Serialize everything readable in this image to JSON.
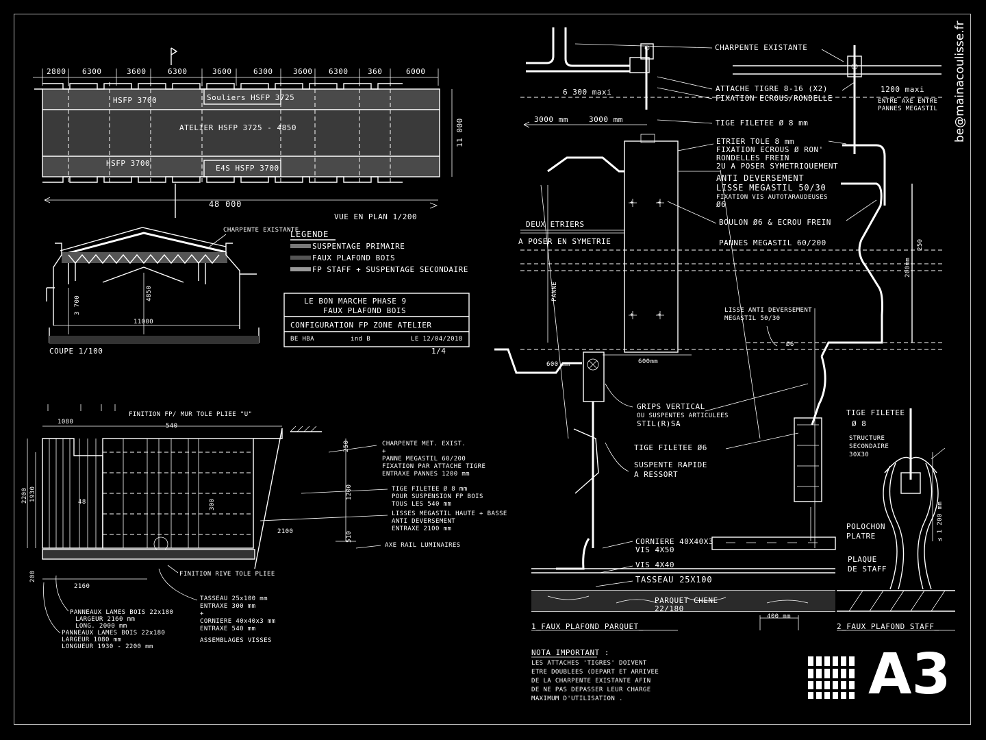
{
  "email": "be@mainacoulisse.fr",
  "format": "A3",
  "plan": {
    "dims": [
      "2800",
      "6300",
      "3600",
      "6300",
      "3600",
      "6300",
      "3600",
      "6300",
      "360",
      "6000"
    ],
    "zone_top": "HSFP 3700",
    "zone_souliers": "Souliers HSFP 3725",
    "zone_atelier": "ATELIER HSFP 3725 - 4850",
    "zone_bottom": "HSFP 3700",
    "zone_e4s": "E4S HSFP 3700",
    "height_dim": "11 000",
    "length_dim": "48 000",
    "title": "VUE EN PLAN 1/200"
  },
  "coupe": {
    "charpente": "CHARPENTE EXISTANTE",
    "h1": "3 700",
    "h2": "4850",
    "width": "11000",
    "title": "COUPE 1/100"
  },
  "legend": {
    "title": "LEGENDE",
    "items": [
      "SUSPENTAGE PRIMAIRE",
      "FAUX PLAFOND BOIS",
      "FP STAFF + SUSPENTAGE SECONDAIRE"
    ]
  },
  "cartouche": {
    "line1": "LE BON MARCHE PHASE 9",
    "line2": "FAUX PLAFOND BOIS",
    "line3": "CONFIGURATION FP ZONE ATELIER",
    "author": "BE HBA",
    "index": "ind B",
    "date": "LE 12/04/2018",
    "sheet": "1/4"
  },
  "detail_plan": {
    "d1080": "1080",
    "d540": "540",
    "d2200": "2200",
    "d1930": "1930",
    "d48": "48",
    "d300": "300",
    "d1200": "1200",
    "d2100": "2100",
    "d510": "510",
    "d2160": "2160",
    "d200": "200",
    "d250": "250",
    "finition_mur": "FINITION FP/ MUR TOLE PLIEE \"U\"",
    "finition_rive": "FINITION RIVE TOLE PLIEE",
    "notes": [
      "CHARPENTE MET. EXIST.",
      "+",
      "PANNE MEGASTIL 60/200",
      "FIXATION PAR ATTACHE TIGRE",
      "ENTRAXE PANNES 1200 mm",
      "TIGE FILETEE Ø 8 mm",
      "POUR SUSPENSION FP BOIS",
      "TOUS LES 540 mm",
      "LISSES MEGASTIL HAUTE + BASSE",
      "ANTI DEVERSEMENT",
      "ENTRAXE 2100 mm",
      "AXE RAIL LUMINAIRES"
    ],
    "panel1": [
      "PANNEAUX LAMES BOIS 22x180",
      "LARGEUR 2160 mm",
      "LONG. 2000 mm"
    ],
    "panel2": [
      "PANNEAUX LAMES BOIS 22x180",
      "LARGEUR 1080 mm",
      "LONGUEUR 1930 - 2200 mm"
    ],
    "tasseau": [
      "TASSEAU 25x100 mm",
      "ENTRAXE 300 mm",
      "+",
      "CORNIERE 40x40x3 mm",
      "ENTRAXE 540 mm",
      "ASSEMBLAGES VISSES"
    ]
  },
  "detail": {
    "charpente": "CHARPENTE EXISTANTE",
    "attache": "ATTACHE TIGRE 8-16 (X2)",
    "fixation_ecrous": "FIXATION ECROUS/RONDELLE",
    "tige8": "TIGE FILETEE Ø 8 mm",
    "d6300": "6 300 maxi",
    "d1200": "1200 maxi",
    "entraxe": [
      "ENTRE AXE ENTRE",
      "PANNES MEGASTIL"
    ],
    "d3000a": "3000 mm",
    "d3000b": "3000 mm",
    "etrier": [
      "ETRIER TOLE 8 mm",
      "FIXATION ECROUS Ø RON'",
      "RONDELLES FREIN",
      "2U A POSER SYMETRIQUEMENT"
    ],
    "anti": [
      "ANTI DEVERSEMENT",
      "LISSE MEGASTIL 50/30",
      "FIXATION VIS AUTOTARAUDEUSES",
      "Ø6"
    ],
    "boulon": "BOULON Ø6 & ECROU FREIN",
    "pannes": "PANNES MEGASTIL 60/200",
    "deux_etriers": [
      "DEUX ETRIERS",
      "A POSER EN SYMETRIE"
    ],
    "d250": "250",
    "d200": "200mm",
    "lisse_anti": [
      "LISSE ANTI DEVERSEMENT",
      "MEGASTIL 50/30"
    ],
    "phi6": "Ø6",
    "d600a": "600 mm",
    "d600b": "600mm",
    "grips": [
      "GRIPS VERTICAL",
      "OU SUSPENTES ARTICULEES",
      "STIL(R)SA"
    ],
    "tige6": "TIGE FILETEE Ø6",
    "suspente": [
      "SUSPENTE RAPIDE",
      "A RESSORT"
    ],
    "tige_staff": [
      "TIGE FILETEE",
      "Ø 8"
    ],
    "structure": [
      "STRUCTURE",
      "SECONDAIRE",
      "30X30"
    ],
    "polochon": [
      "POLOCHON",
      "PLATRE"
    ],
    "plaque": [
      "PLAQUE",
      "DE STAFF"
    ],
    "d1200mm": "≤ 1 200 mm",
    "corniere": "CORNIERE 40X40X3",
    "vis50": "VIS 4X50",
    "vis40": "VIS 4X40",
    "tasseau": "TASSEAU 25X100",
    "parquet": [
      "PARQUET CHENE",
      "22/180"
    ],
    "d400": "400 mm",
    "label1": "1_FAUX PLAFOND PARQUET_",
    "label2": "2_FAUX PLAFOND STAFF_"
  },
  "nota": {
    "title": "NOTA IMPORTANT :",
    "lines": [
      "LES ATTACHES 'TIGRES' DOIVENT",
      "ETRE DOUBLEES (DEPART ET ARRIVEE",
      "DE LA CHARPENTE EXISTANTE AFIN",
      "DE NE PAS DEPASSER LEUR CHARGE",
      "MAXIMUM D'UTILISATION ."
    ]
  }
}
